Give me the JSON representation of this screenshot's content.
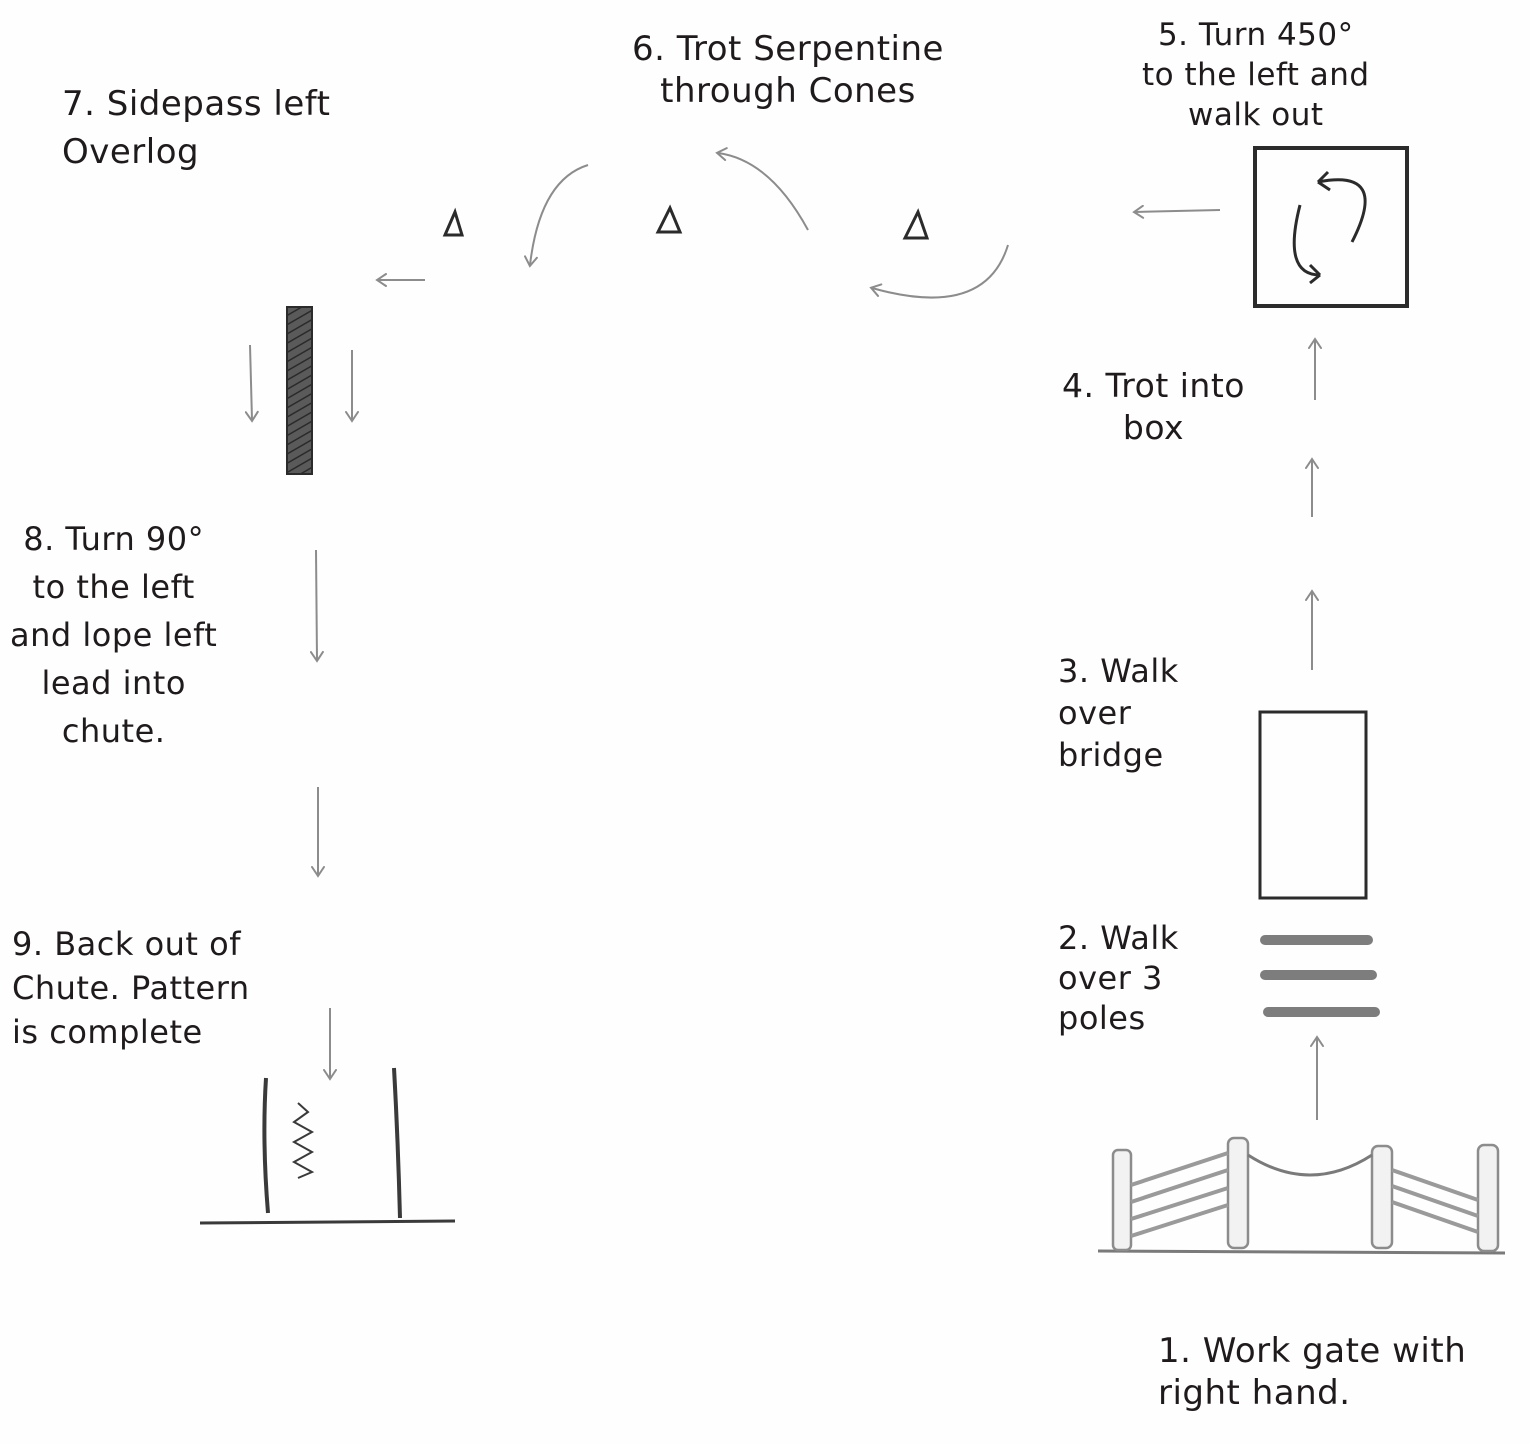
{
  "steps": {
    "step1": "1. Work gate with\nright hand.",
    "step2": "2. Walk\nover 3\npoles",
    "step3": "3. Walk\nover\nbridge",
    "step4": "4. Trot into\nbox",
    "step5": "5. Turn 450°\nto the left and\nwalk out",
    "step6": "6. Trot Serpentine\nthrough Cones",
    "step7": "7. Sidepass left\nOverlog",
    "step8": "8. Turn 90°\nto the left\nand lope left\nlead into\nchute.",
    "step9": "9. Back out of\nChute. Pattern\nis complete"
  },
  "colors": {
    "ink": "#1f1b1c",
    "pencil": "#8c8c8c",
    "shade": "#6d6d6d",
    "paper": "#fefefe"
  }
}
